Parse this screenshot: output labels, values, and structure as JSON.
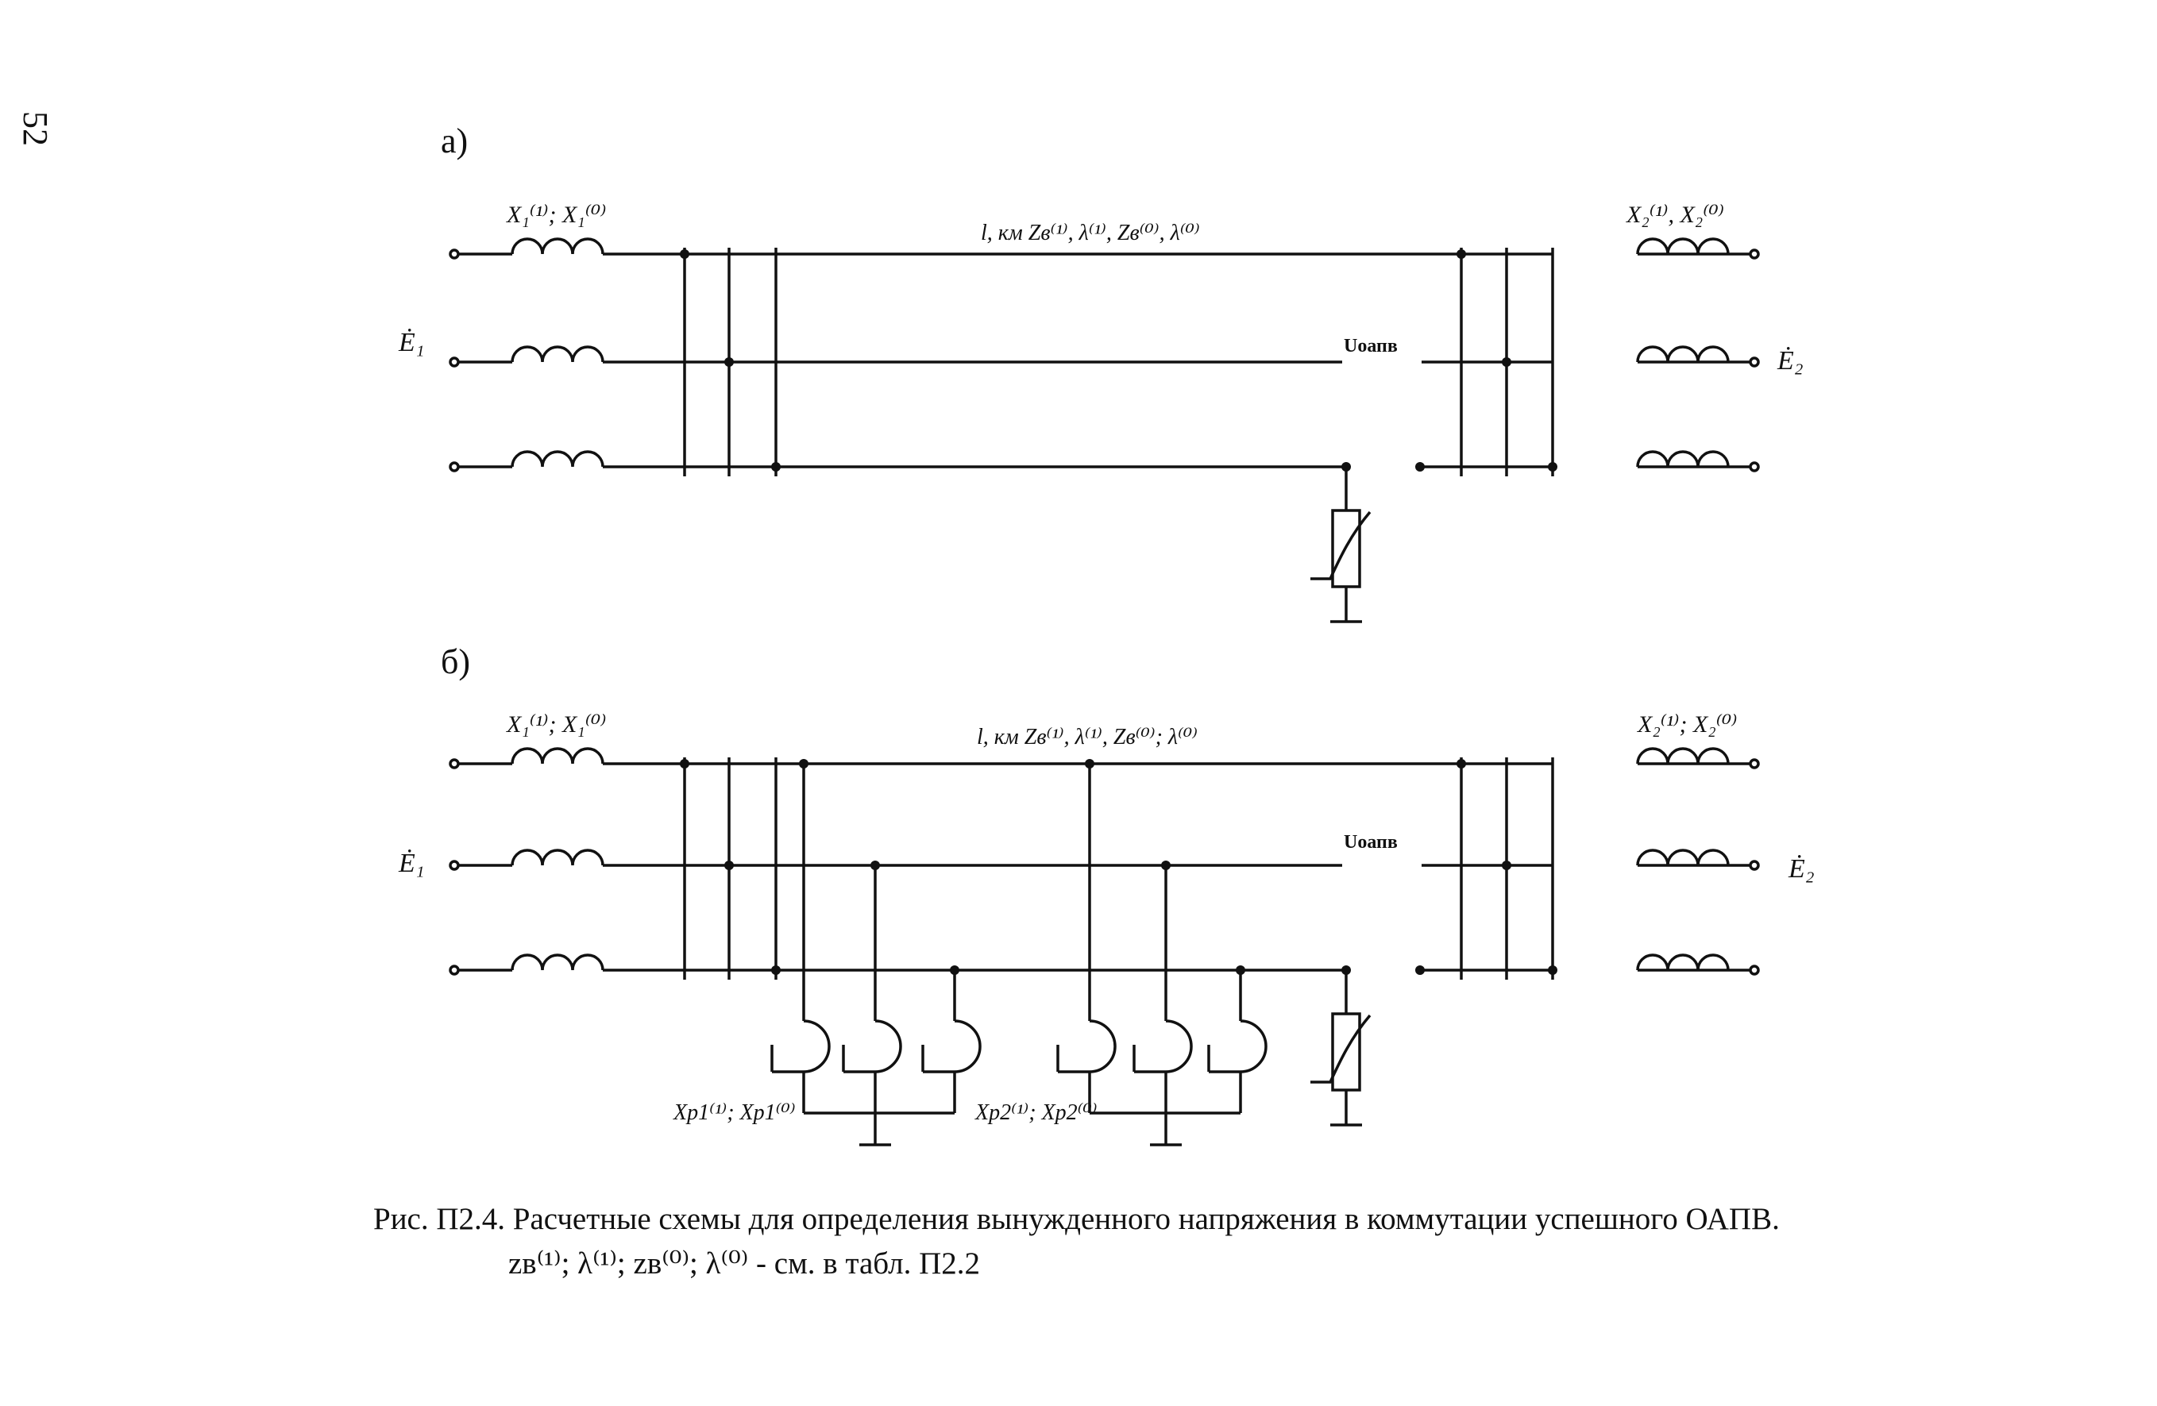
{
  "page_number": "52",
  "panel_a": {
    "tag": "а)",
    "source1_reactance": "X₁⁽¹⁾; X₁⁽⁰⁾",
    "line_params": "l, км   Zв⁽¹⁾, λ⁽¹⁾, Zв⁽⁰⁾, λ⁽⁰⁾",
    "source2_reactance": "X₂⁽¹⁾, X₂⁽⁰⁾",
    "emf1": "Ė₁",
    "emf2": "Ė₂",
    "voltage": "Uоапв"
  },
  "panel_b": {
    "tag": "б)",
    "source1_reactance": "X₁⁽¹⁾; X₁⁽⁰⁾",
    "line_params": "l, км   Zв⁽¹⁾, λ⁽¹⁾, Zв⁽⁰⁾; λ⁽⁰⁾",
    "source2_reactance": "X₂⁽¹⁾; X₂⁽⁰⁾",
    "emf1": "Ė₁",
    "emf2": "Ė₂",
    "voltage": "Uоапв",
    "reactor1": "Xp1⁽¹⁾; Xp1⁽⁰⁾",
    "reactor2": "Xp2⁽¹⁾; Xp2⁽⁰⁾"
  },
  "caption": {
    "line1": "Рис. П2.4. Расчетные схемы для определения вынужденного напряжения в коммутации успешного ОАПВ.",
    "line2": "zв⁽¹⁾; λ⁽¹⁾; zв⁽⁰⁾; λ⁽⁰⁾  - см. в табл. П2.2"
  }
}
